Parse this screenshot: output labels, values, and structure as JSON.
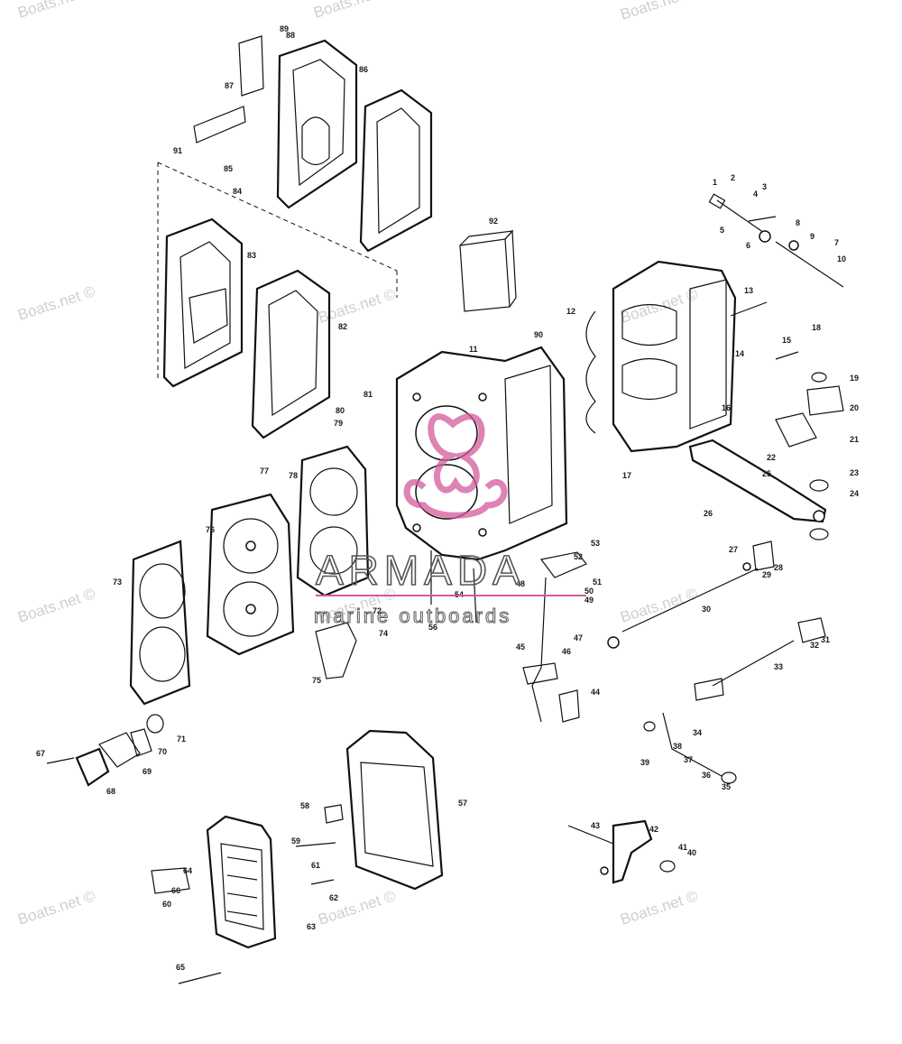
{
  "watermark": {
    "text": "Boats.net ©",
    "color": "#cfcfcf"
  },
  "branding": {
    "name": "ARMADA",
    "tagline": "marine outboards",
    "logo_color": "#d35a9a",
    "line_color": "#555555"
  },
  "labels": [
    "1",
    "2",
    "3",
    "4",
    "5",
    "6",
    "7",
    "8",
    "9",
    "10",
    "11",
    "12",
    "13",
    "14",
    "15",
    "16",
    "17",
    "18",
    "19",
    "20",
    "21",
    "22",
    "23",
    "24",
    "25",
    "26",
    "27",
    "28",
    "29",
    "30",
    "31",
    "32",
    "33",
    "34",
    "35",
    "36",
    "37",
    "38",
    "39",
    "40",
    "41",
    "42",
    "43",
    "44",
    "45",
    "46",
    "47",
    "48",
    "49",
    "50",
    "51",
    "52",
    "53",
    "54",
    "56",
    "57",
    "58",
    "59",
    "60",
    "61",
    "62",
    "63",
    "64",
    "65",
    "66",
    "67",
    "68",
    "69",
    "70",
    "71",
    "72",
    "73",
    "74",
    "75",
    "76",
    "77",
    "78",
    "79",
    "80",
    "81",
    "82",
    "83",
    "84",
    "85",
    "86",
    "87",
    "88",
    "89",
    "90",
    "91",
    "92"
  ]
}
